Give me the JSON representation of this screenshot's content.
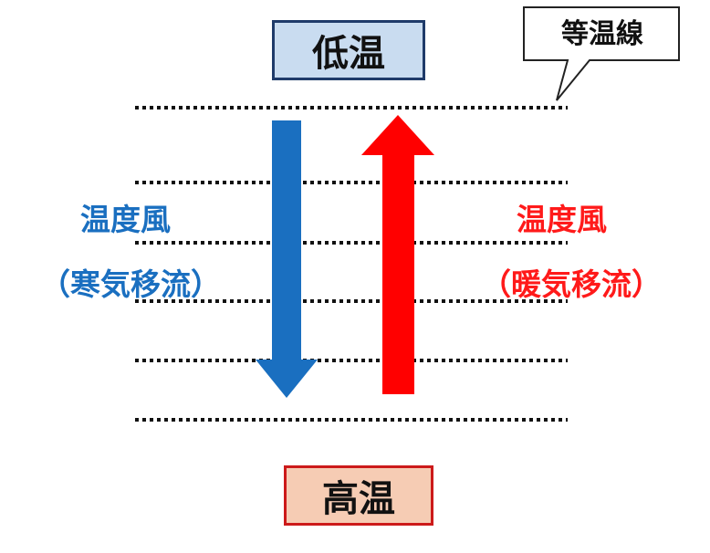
{
  "labels": {
    "low_temp": "低温",
    "high_temp": "高温",
    "isotherm": "等温線",
    "cold_title": "温度風",
    "cold_sub": "（寒気移流）",
    "warm_title": "温度風",
    "warm_sub": "（暖気移流）"
  },
  "colors": {
    "cold": "#1a6fc0",
    "warm": "#ff0000",
    "low_box_fill": "#c9dcf0",
    "low_box_border": "#1f3b6a",
    "high_box_fill": "#f6ccb4",
    "high_box_border": "#cc1a1a"
  },
  "icons": {
    "cold_arrow": "down-arrow",
    "warm_arrow": "up-arrow"
  }
}
